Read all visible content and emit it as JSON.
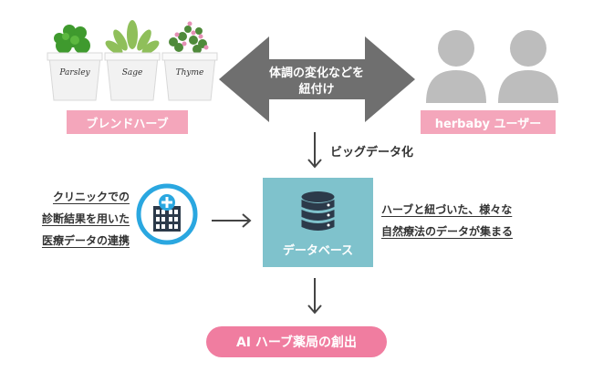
{
  "herbs": {
    "pots": [
      {
        "name": "Parsley"
      },
      {
        "name": "Sage"
      },
      {
        "name": "Thyme"
      }
    ],
    "label": "ブレンドハーブ"
  },
  "center_arrow": {
    "line1": "体調の変化などを",
    "line2": "紐付け"
  },
  "users": {
    "label": "herbaby ユーザー"
  },
  "bigdata_label": "ビッグデータ化",
  "clinic": {
    "line1": "クリニックでの",
    "line2": "診断結果を用いた",
    "line3": "医療データの連携"
  },
  "database": {
    "label": "データベース"
  },
  "natural": {
    "line1": "ハーブと紐づいた、様々な",
    "line2": "自然療法のデータが集まる"
  },
  "result": {
    "label": "AI ハーブ薬局の創出"
  },
  "colors": {
    "pink_label": "#f4a6bb",
    "pink_pill": "#f07da0",
    "arrow_gray": "#6f6f6f",
    "db_teal": "#7fc2cc",
    "hospital_blue": "#2aa7e0",
    "user_gray": "#bdbdbd"
  }
}
